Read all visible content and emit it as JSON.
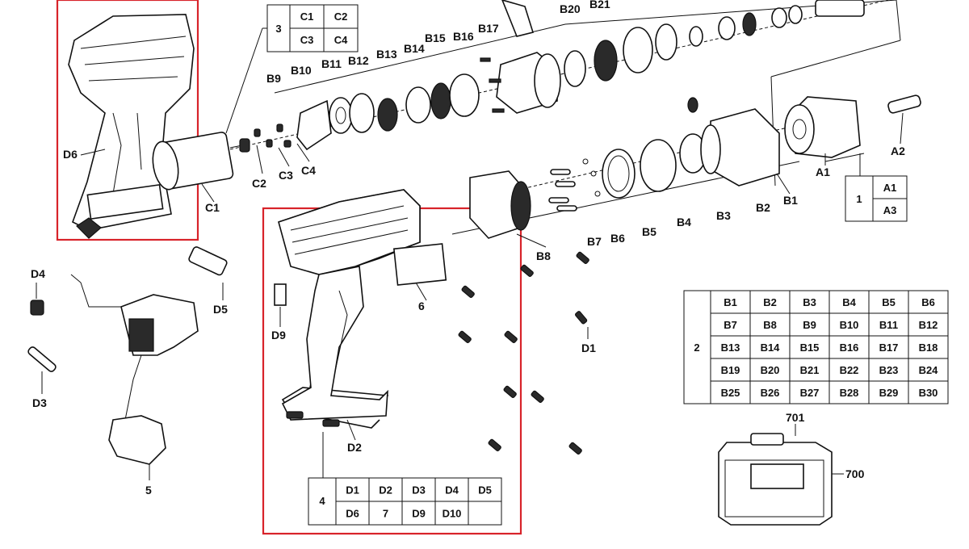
{
  "labels": {
    "c1": "C1",
    "c2": "C2",
    "c3": "C3",
    "c4": "C4",
    "d1": "D1",
    "d2": "D2",
    "d3": "D3",
    "d4": "D4",
    "d5": "D5",
    "d6": "D6",
    "d9": "D9",
    "a1": "A1",
    "a2": "A2",
    "b1": "B1",
    "b2": "B2",
    "b3": "B3",
    "b4": "B4",
    "b5": "B5",
    "b6": "B6",
    "b7": "B7",
    "b8": "B8",
    "b9": "B9",
    "b10": "B10",
    "b11": "B11",
    "b12": "B12",
    "b13": "B13",
    "b14": "B14",
    "b15": "B15",
    "b16": "B16",
    "b17": "B17",
    "b20": "B20",
    "b21": "B21",
    "n5": "5",
    "n6": "6",
    "n700": "700",
    "n701": "701"
  },
  "group_tables": {
    "group3": {
      "number": "3",
      "rows": [
        [
          "C1",
          "C2"
        ],
        [
          "C3",
          "C4"
        ]
      ]
    },
    "group1": {
      "number": "1",
      "rows": [
        [
          "A1"
        ],
        [
          "A3"
        ]
      ]
    },
    "group2": {
      "number": "2",
      "rows": [
        [
          "B1",
          "B2",
          "B3",
          "B4",
          "B5",
          "B6"
        ],
        [
          "B7",
          "B8",
          "B9",
          "B10",
          "B11",
          "B12"
        ],
        [
          "B13",
          "B14",
          "B15",
          "B16",
          "B17",
          "B18"
        ],
        [
          "B19",
          "B20",
          "B21",
          "B22",
          "B23",
          "B24"
        ],
        [
          "B25",
          "B26",
          "B27",
          "B28",
          "B29",
          "B30"
        ]
      ]
    },
    "group4": {
      "number": "4",
      "rows": [
        [
          "D1",
          "D2",
          "D3",
          "D4",
          "D5"
        ],
        [
          "D6",
          "7",
          "D9",
          "D10",
          ""
        ]
      ]
    }
  },
  "colors": {
    "highlight": "#d8232a",
    "ink": "#111111"
  }
}
